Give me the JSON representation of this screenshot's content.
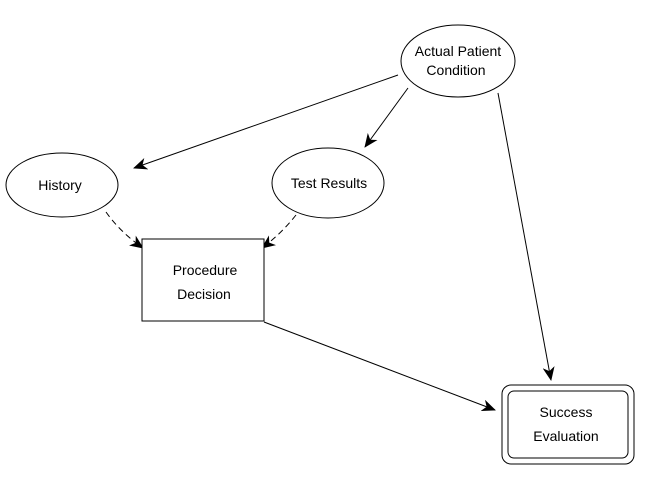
{
  "diagram": {
    "nodes": {
      "actual_patient_condition": {
        "lines": [
          "Actual Patient",
          "Condition"
        ]
      },
      "history": {
        "lines": [
          "History"
        ]
      },
      "test_results": {
        "lines": [
          "Test Results"
        ]
      },
      "procedure_decision": {
        "lines": [
          "Procedure",
          "Decision"
        ]
      },
      "success_evaluation": {
        "lines": [
          "Success",
          "Evaluation"
        ]
      }
    },
    "edges": [
      {
        "from": "Actual Patient Condition",
        "to": "History",
        "style": "solid"
      },
      {
        "from": "Actual Patient Condition",
        "to": "Test Results",
        "style": "solid"
      },
      {
        "from": "Actual Patient Condition",
        "to": "Success Evaluation",
        "style": "solid"
      },
      {
        "from": "History",
        "to": "Procedure Decision",
        "style": "dashed"
      },
      {
        "from": "Test Results",
        "to": "Procedure Decision",
        "style": "dashed"
      },
      {
        "from": "Procedure Decision",
        "to": "Success Evaluation",
        "style": "solid"
      }
    ],
    "colors": {
      "stroke": "#000000",
      "background": "#ffffff"
    }
  }
}
